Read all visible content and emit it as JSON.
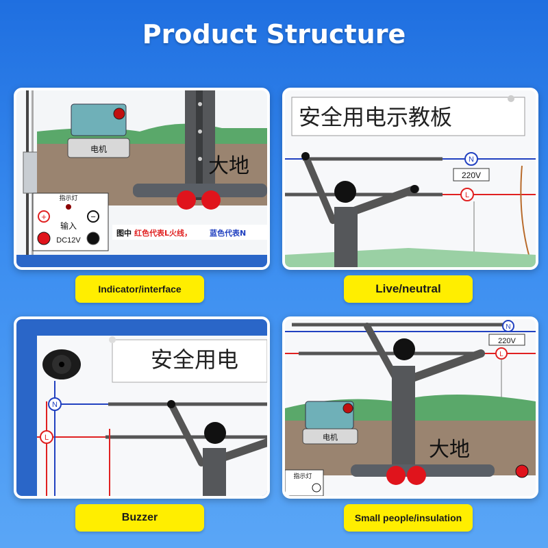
{
  "header": {
    "title": "Product Structure"
  },
  "panels": [
    {
      "caption": "Indicator/interface",
      "motor_label": "电机",
      "ground_label": "大地",
      "indicator_label": "指示灯",
      "input_label": "输入",
      "voltage_label": "DC12V",
      "plus_symbol": "+",
      "minus_symbol": "−",
      "note_prefix": "图中",
      "note_red": "红色代表L火线，",
      "note_blue": "蓝色代表N"
    },
    {
      "caption": "Live/neutral",
      "board_title": "安全用电示教板",
      "n_label": "N",
      "l_label": "L",
      "voltage_label": "220V"
    },
    {
      "caption": "Buzzer",
      "board_title": "安全用电",
      "n_label": "N",
      "l_label": "L"
    },
    {
      "caption": "Small people/insulation",
      "n_label": "N",
      "l_label": "L",
      "voltage_label": "220V",
      "motor_label": "电机",
      "ground_label": "大地",
      "indicator_label": "指示灯"
    }
  ],
  "colors": {
    "background": "#2a7ce8",
    "caption_bg": "#ffee00",
    "live_red": "#e02020",
    "neutral_blue": "#2040c0",
    "ground_brown": "#9a8470",
    "grass_green": "#5aa86a",
    "panel_border": "#ffffff"
  }
}
